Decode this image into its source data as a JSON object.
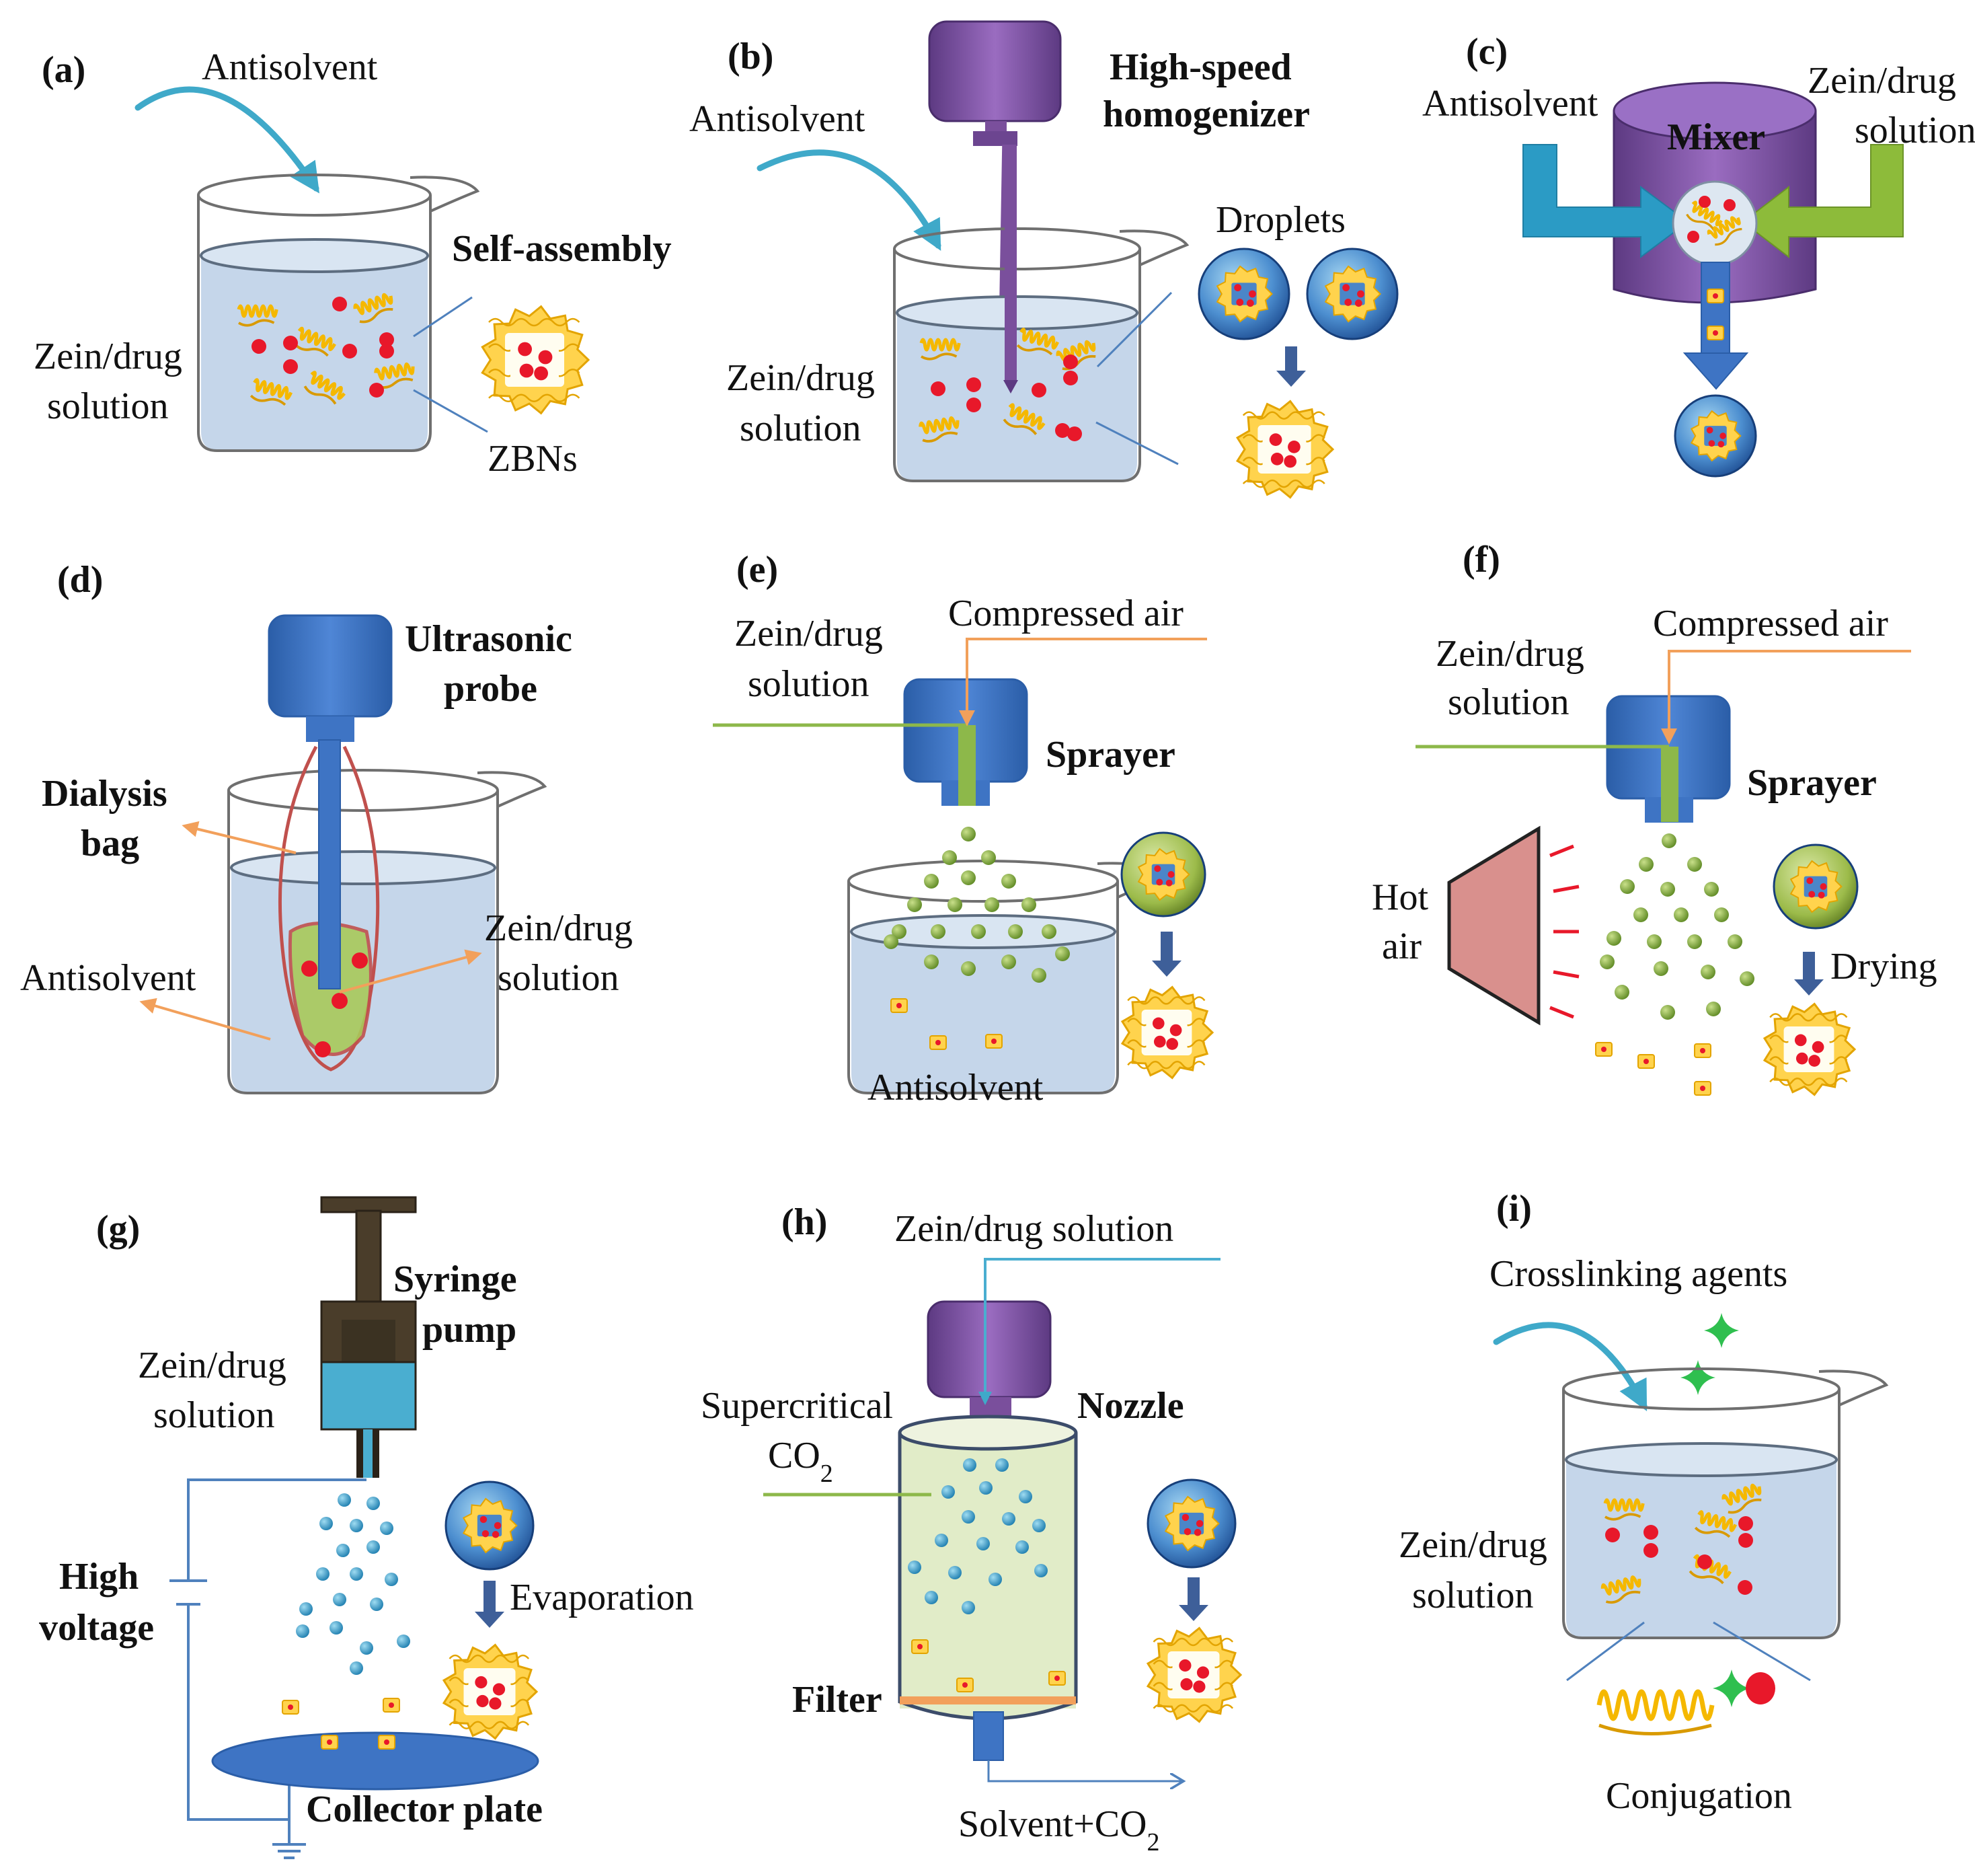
{
  "panels": {
    "a": {
      "tag": "(a)",
      "antisolvent": "Antisolvent",
      "self_assembly": "Self-assembly",
      "zein_drug_1": "Zein/drug",
      "zein_drug_2": "solution",
      "zbns": "ZBNs"
    },
    "b": {
      "tag": "(b)",
      "antisolvent": "Antisolvent",
      "homogenizer_1": "High-speed",
      "homogenizer_2": "homogenizer",
      "droplets": "Droplets",
      "zein_drug_1": "Zein/drug",
      "zein_drug_2": "solution"
    },
    "c": {
      "tag": "(c)",
      "antisolvent": "Antisolvent",
      "mixer": "Mixer",
      "zein_drug_1": "Zein/drug",
      "zein_drug_2": "solution"
    },
    "d": {
      "tag": "(d)",
      "probe_1": "Ultrasonic",
      "probe_2": "probe",
      "dialysis_1": "Dialysis",
      "dialysis_2": "bag",
      "zein_drug_1": "Zein/drug",
      "zein_drug_2": "solution",
      "antisolvent": "Antisolvent"
    },
    "e": {
      "tag": "(e)",
      "zein_drug_1": "Zein/drug",
      "zein_drug_2": "solution",
      "compressed_air": "Compressed air",
      "sprayer": "Sprayer",
      "antisolvent": "Antisolvent"
    },
    "f": {
      "tag": "(f)",
      "zein_drug_1": "Zein/drug",
      "zein_drug_2": "solution",
      "compressed_air": "Compressed air",
      "sprayer": "Sprayer",
      "hot_air_1": "Hot",
      "hot_air_2": "air",
      "drying": "Drying"
    },
    "g": {
      "tag": "(g)",
      "syringe_1": "Syringe",
      "syringe_2": "pump",
      "zein_drug_1": "Zein/drug",
      "zein_drug_2": "solution",
      "voltage_1": "High",
      "voltage_2": "voltage",
      "evaporation": "Evaporation",
      "collector": "Collector plate"
    },
    "h": {
      "tag": "(h)",
      "zein_drug": "Zein/drug solution",
      "supercritical": "Supercritical",
      "co2": "CO",
      "co2_sub": "2",
      "nozzle": "Nozzle",
      "filter": "Filter",
      "outflow": "Solvent+CO",
      "outflow_sub": "2"
    },
    "i": {
      "tag": "(i)",
      "crosslinking": "Crosslinking agents",
      "zein_drug_1": "Zein/drug",
      "zein_drug_2": "solution",
      "conjugation": "Conjugation"
    }
  },
  "colors": {
    "liquid": "#c5d6ea",
    "beaker_stroke": "#6f6f6f",
    "arrow_teal": "#3fa9c9",
    "device_purple": "#7a4f9c",
    "device_blue": "#3e74c4",
    "drug_red": "#e8182a",
    "zein_yellow": "#f5b800",
    "green_line": "#8db84a",
    "orange_line": "#f2a05b",
    "line_blue": "#4f81bd"
  }
}
